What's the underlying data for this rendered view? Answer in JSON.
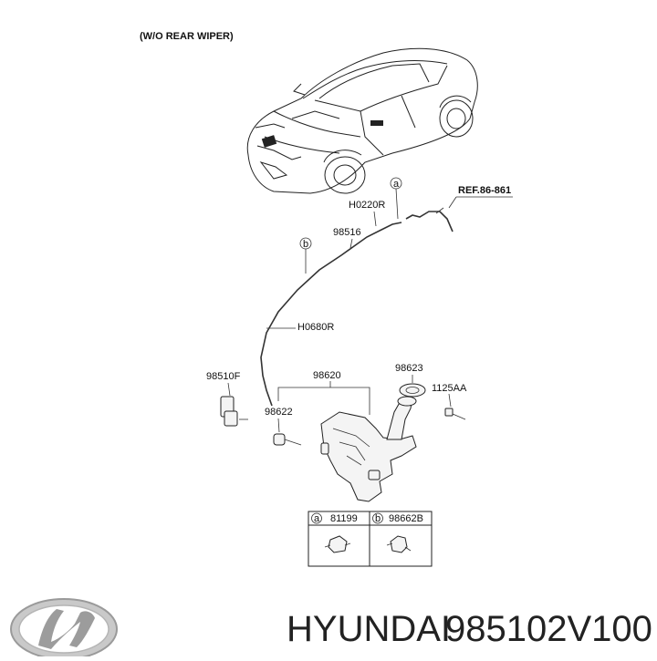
{
  "diagram": {
    "header_note": "(W/O REAR WIPER)",
    "ref_label": "REF.86-861",
    "callouts": {
      "a": "a",
      "b": "b"
    },
    "parts": {
      "h0220r": "H0220R",
      "p98516": "98516",
      "h0680r": "H0680R",
      "p98510f": "98510F",
      "p98620": "98620",
      "p98623": "98623",
      "p1125aa": "1125AA",
      "p98622": "98622"
    },
    "legend": {
      "a_letter": "a",
      "a_part": "81199",
      "b_letter": "b",
      "b_part": "98662B"
    }
  },
  "footer": {
    "brand": "HYUNDAI",
    "part_number": "985102V100"
  }
}
